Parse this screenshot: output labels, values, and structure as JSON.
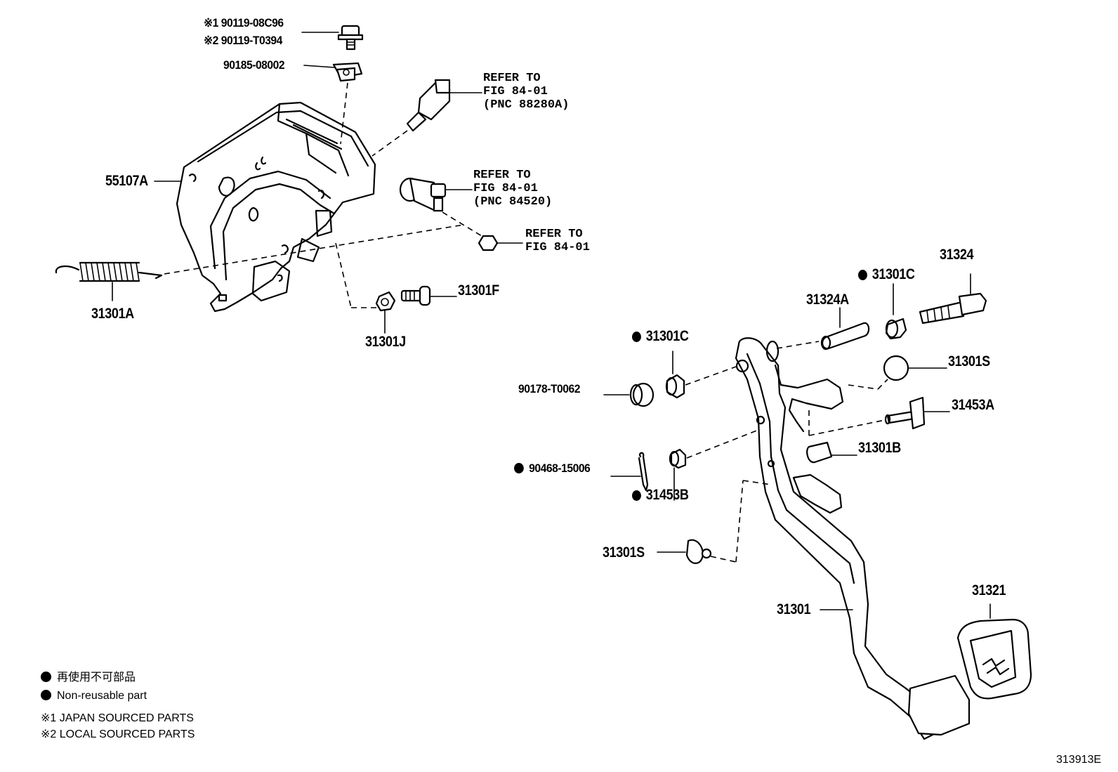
{
  "labels": {
    "bolt_jp": "90119-08C96",
    "bolt_jp_mark": "※1",
    "bolt_local": "90119-T0394",
    "bolt_local_mark": "※2",
    "nut_clip": "90185-08002",
    "bracket": "55107A",
    "spring": "31301A",
    "stopper_bolt": "31301F",
    "nut_31301j": "31301J",
    "refer1": [
      "REFER TO",
      "FIG 84-01",
      "(PNC 88280A)"
    ],
    "refer2": [
      "REFER TO",
      "FIG 84-01",
      "(PNC 84520)"
    ],
    "refer3": [
      "REFER TO",
      "FIG 84-01"
    ],
    "bolt_31324": "31324",
    "bushing_31301c_top": "31301C",
    "collar_31324a": "31324A",
    "bushing_31301c_left": "31301C",
    "washer": "90178-T0062",
    "ball_31301s": "31301S",
    "pin_31453a": "31453A",
    "cushion_31301b": "31301B",
    "clip_pin": "90468-15006",
    "bushing_31453b": "31453B",
    "stopper_31301s": "31301S",
    "pedal_arm": "31301",
    "pedal_pad": "31321"
  },
  "legend": {
    "jp_text": "再使用不可部品",
    "en_text": "Non-reusable part",
    "note1": "※1 JAPAN SOURCED PARTS",
    "note2": "※2 LOCAL SOURCED PARTS"
  },
  "figure_id": "313913E"
}
